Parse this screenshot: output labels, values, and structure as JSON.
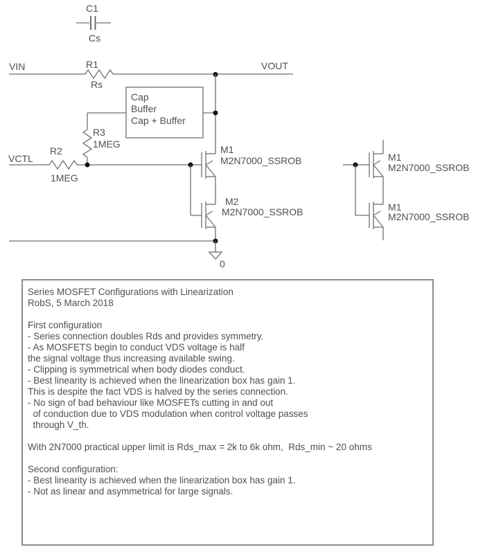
{
  "colors": {
    "wire": "#6e6e6e",
    "label": "#4f4f4f",
    "junction": "#111111",
    "notes_border": "#8c8c8c"
  },
  "schematic": {
    "c1": {
      "ref": "C1",
      "value": "Cs"
    },
    "r1": {
      "ref": "R1",
      "value": "Rs"
    },
    "r2": {
      "ref": "R2",
      "value": "1MEG"
    },
    "r3": {
      "ref": "R3",
      "value": "1MEG"
    },
    "net_vin": "VIN",
    "net_vout": "VOUT",
    "net_vctl": "VCTL",
    "net_gnd": "0",
    "lin_box": {
      "line1": "Cap",
      "line2": "Buffer",
      "line3": "Cap + Buffer"
    },
    "m1": {
      "ref": "M1",
      "model": "M2N7000_SSROB"
    },
    "m2": {
      "ref": "M2",
      "model": "M2N7000_SSROB"
    },
    "m1_right_top": {
      "ref": "M1",
      "model": "M2N7000_SSROB"
    },
    "m1_right_bottom": {
      "ref": "M1",
      "model": "M2N7000_SSROB"
    }
  },
  "notes": {
    "lines": [
      "Series MOSFET Configurations with Linearization",
      "RobS, 5 March 2018",
      "",
      "First configuration",
      "- Series connection doubles Rds and provides symmetry.",
      "- As MOSFETS begin to conduct VDS voltage is half",
      "the signal voltage thus increasing available swing.",
      "- Clipping is symmetrical when body diodes conduct.",
      "- Best linearity is achieved when the linearization box has gain 1.",
      "This is despite the fact VDS is halved by the series connection.",
      "- No sign of bad behaviour like MOSFETs cutting in and out",
      "  of conduction due to VDS modulation when control voltage passes",
      "  through V_th.",
      "",
      "With 2N7000 practical upper limit is Rds_max = 2k to 6k ohm,  Rds_min ~ 20 ohms",
      "",
      "Second configuration:",
      "- Best linearity is achieved when the linearization box has gain 1.",
      "- Not as linear and asymmetrical for large signals."
    ]
  }
}
